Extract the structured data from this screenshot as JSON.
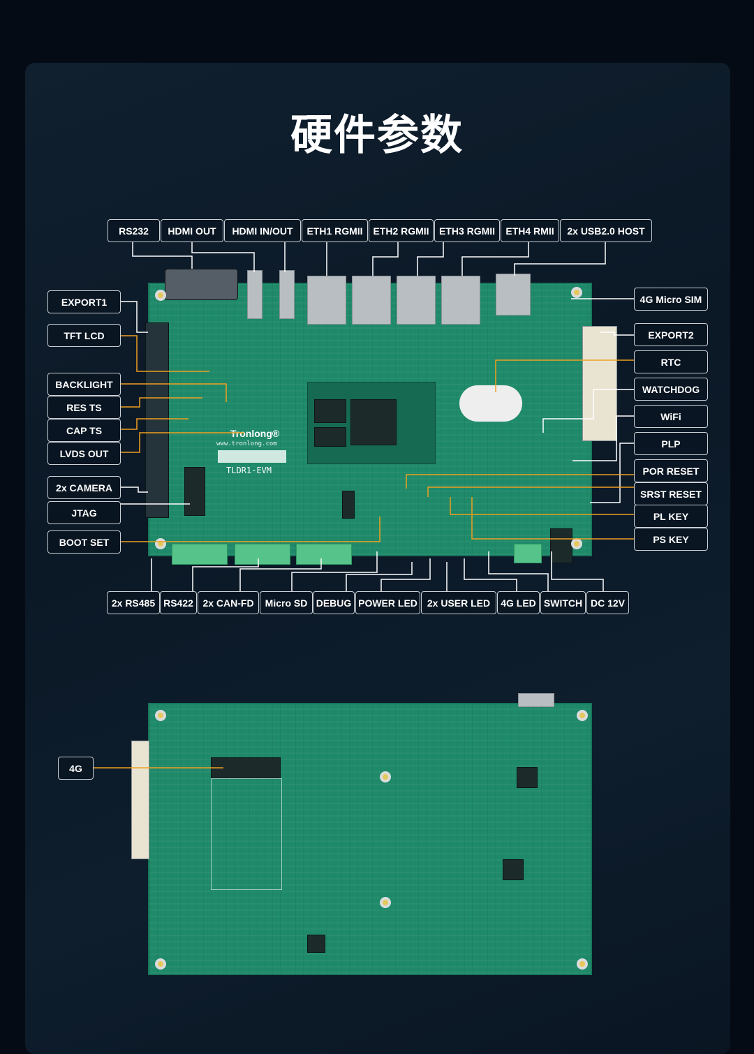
{
  "title": "硬件参数",
  "top_labels": [
    "RS232",
    "HDMI OUT",
    "HDMI IN/OUT",
    "ETH1 RGMII",
    "ETH2 RGMII",
    "ETH3 RGMII",
    "ETH4 RMII",
    "2x USB2.0 HOST"
  ],
  "left_labels": [
    "EXPORT1",
    "TFT LCD",
    "BACKLIGHT",
    "RES TS",
    "CAP TS",
    "LVDS OUT",
    "2x CAMERA",
    "JTAG",
    "BOOT SET"
  ],
  "right_labels": [
    "4G Micro SIM",
    "EXPORT2",
    "RTC",
    "WATCHDOG",
    "WiFi",
    "PLP",
    "POR RESET",
    "SRST RESET",
    "PL KEY",
    "PS KEY"
  ],
  "bottom_labels": [
    "2x RS485",
    "RS422",
    "2x CAN-FD",
    "Micro SD",
    "DEBUG",
    "POWER LED",
    "2x USER LED",
    "4G LED",
    "SWITCH",
    "DC 12V"
  ],
  "back_labels": [
    "4G"
  ],
  "board": {
    "brand": "Tronlong®",
    "url": "www.tronlong.com",
    "model": "TLDR1-EVM"
  },
  "colors": {
    "line_white": "#ffffff",
    "line_orange": "#f0a020",
    "pcb": "#1f8a6a"
  }
}
